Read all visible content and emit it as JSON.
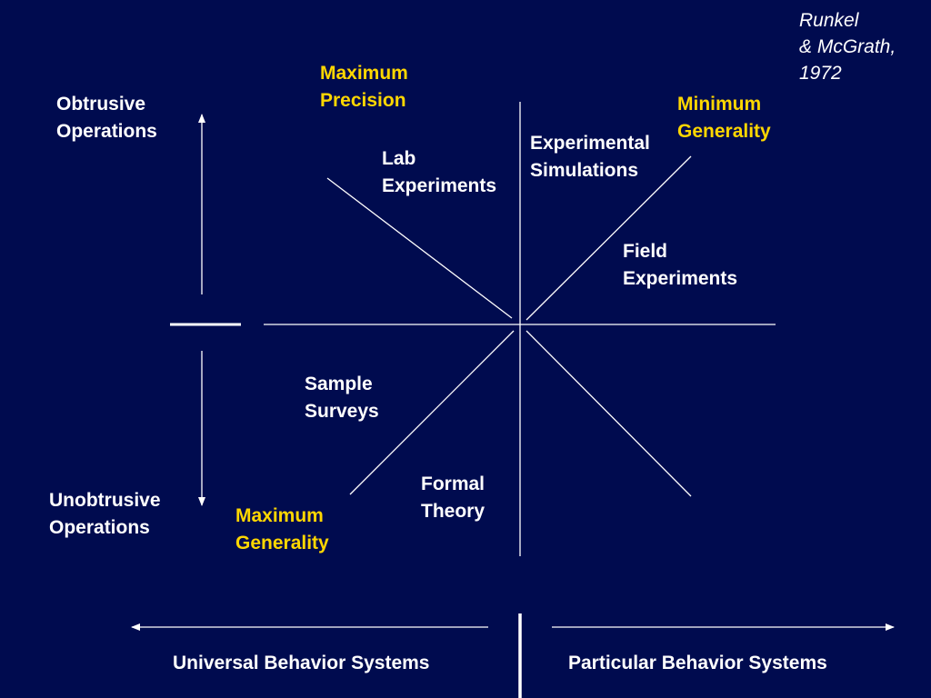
{
  "citation": {
    "line1": "Runkel",
    "line2": "& McGrath,",
    "line3": "1972"
  },
  "labels": {
    "obtrusive": {
      "line1": "Obtrusive",
      "line2": "Operations"
    },
    "unobtrusive": {
      "line1": "Unobtrusive",
      "line2": "Operations"
    },
    "max_precision": {
      "line1": "Maximum",
      "line2": "Precision"
    },
    "min_generality": {
      "line1": "Minimum",
      "line2": "Generality"
    },
    "max_generality": {
      "line1": "Maximum",
      "line2": "Generality"
    },
    "lab_experiments": {
      "line1": "Lab",
      "line2": "Experiments"
    },
    "experimental_simulations": {
      "line1": "Experimental",
      "line2": "Simulations"
    },
    "field_experiments": {
      "line1": "Field",
      "line2": "Experiments"
    },
    "sample_surveys": {
      "line1": "Sample",
      "line2": "Surveys"
    },
    "formal_theory": {
      "line1": "Formal",
      "line2": "Theory"
    }
  },
  "bottom_axis": {
    "left": "Universal Behavior Systems",
    "right": "Particular Behavior Systems"
  },
  "colors": {
    "background": "#000B4F",
    "text": "#FFFFFF",
    "highlight": "#FFD700",
    "line": "#FFFFFF"
  }
}
